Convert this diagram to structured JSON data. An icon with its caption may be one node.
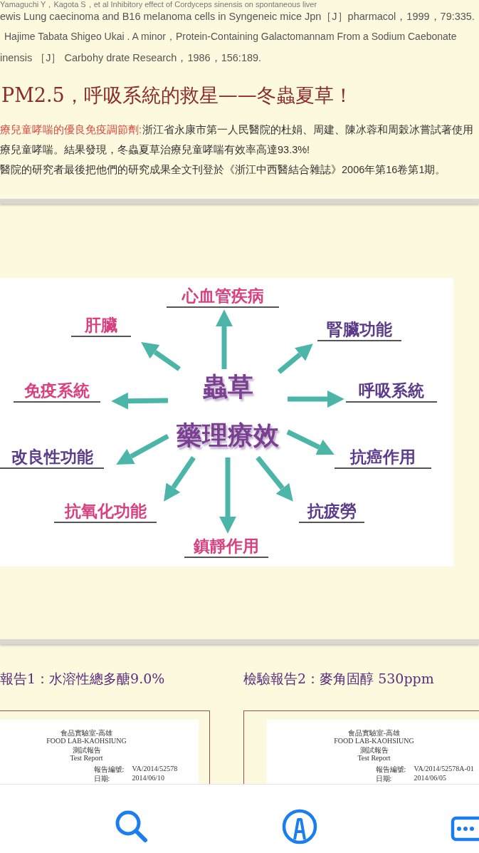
{
  "diagram": {
    "title": "PM2.5，呼吸系統的救星——冬蟲夏草！",
    "nodes": [
      {
        "text": [
          "蟲草",
          "藥理療效"
        ]
      },
      {
        "text": [
          "心血管疾病"
        ]
      },
      {
        "text": [
          "肝臟"
        ]
      },
      {
        "text": [
          "腎臟功能"
        ]
      },
      {
        "text": [
          "免疫系統"
        ]
      },
      {
        "text": [
          "呼吸系統"
        ]
      },
      {
        "text": [
          "改良性功能"
        ]
      },
      {
        "text": [
          "抗癌作用"
        ]
      },
      {
        "text": [
          "抗氧化功能"
        ]
      },
      {
        "text": [
          "抗疲勞"
        ]
      },
      {
        "text": [
          "鎮靜作用"
        ]
      }
    ],
    "edges": [
      {
        "from": 0,
        "to": 1,
        "arrow": "to"
      },
      {
        "from": 0,
        "to": 2,
        "arrow": "to"
      },
      {
        "from": 0,
        "to": 3,
        "arrow": "to"
      },
      {
        "from": 0,
        "to": 4,
        "arrow": "to"
      },
      {
        "from": 0,
        "to": 5,
        "arrow": "to"
      },
      {
        "from": 0,
        "to": 6,
        "arrow": "to"
      },
      {
        "from": 0,
        "to": 7,
        "arrow": "to"
      },
      {
        "from": 0,
        "to": 8,
        "arrow": "to"
      },
      {
        "from": 0,
        "to": 9,
        "arrow": "to"
      },
      {
        "from": 0,
        "to": 10,
        "arrow": "to"
      }
    ],
    "labels": [
      "Yamaguchi Y，Kagota S，et al Inhibitory effect of Cordyceps sinensis on spontaneous liver",
      "ewis Lung caecinoma and B16 melanoma cells in Syngeneic mice Jpn［J］pharmacol，1999，79:335.",
      "Hajime Tabata Shigeo Ukai . A minor，Protein-Containing Galactomannam From a Sodium Caebonate",
      "inensis ［J］ Carbohy drate Research，1986，156:189.",
      "療兒童哮喘的優良免疫調節劑:",
      "浙江省永康市第一人民醫院的杜娟、周建、陳冰蓉和周穀冰嘗試著使用",
      "療兒童哮喘。結果發現，冬蟲夏草治療兒童哮喘有效率高達93.3%!",
      "醫院的研究者最後把他們的研究成果全文刊登於《浙江中西醫結合雜誌》2006年第16卷第1期。",
      "報告1：水溶性總多醣9.0%",
      "檢驗報告2：麥角固醇 530ppm",
      "食品實驗室-高雄",
      "FOOD LAB-KAOHSIUNG",
      "測試報告",
      "Test Report",
      "報告編號:",
      "VA/2014/52578",
      "日期:",
      "2014/06/10",
      "食品實驗室-高雄",
      "FOOD LAB-KAOHSIUNG",
      "測試報告",
      "Test Report",
      "報告編號:",
      "VA/2014/52578A-01",
      "日期:",
      "2014/06/05"
    ]
  }
}
